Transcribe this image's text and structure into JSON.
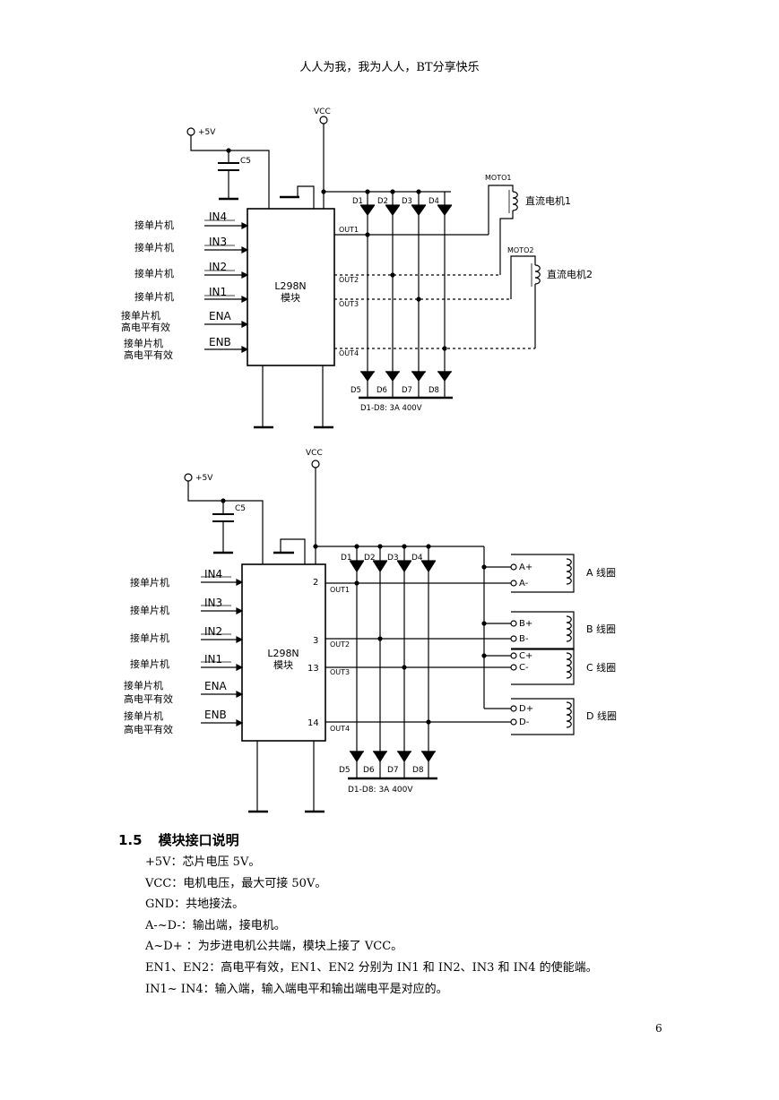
{
  "header": "人人为我，我为人人，BT分享快乐",
  "diagram1": {
    "power": "+5V",
    "vcc": "VCC",
    "cap": "C5",
    "chip_line1": "L298N",
    "chip_line2": "模块",
    "input_pins": [
      "IN4",
      "IN3",
      "IN2",
      "IN1",
      "ENA",
      "ENB"
    ],
    "source_labels": [
      "接单片机",
      "接单片机",
      "接单片机",
      "接单片机",
      "接单片机",
      "接单片机"
    ],
    "active_high": "高电平有效",
    "outputs": [
      "OUT1",
      "OUT2",
      "OUT3",
      "OUT4"
    ],
    "diodes_top": [
      "D1",
      "D2",
      "D3",
      "D4"
    ],
    "diodes_bottom": [
      "D5",
      "D6",
      "D7",
      "D8"
    ],
    "diode_spec": "D1-D8: 3A 400V",
    "motor1_tag": "MOTO1",
    "motor1_name": "直流电机1",
    "motor2_tag": "MOTO2",
    "motor2_name": "直流电机2"
  },
  "diagram2": {
    "power": "+5V",
    "vcc": "VCC",
    "cap": "C5",
    "chip_line1": "L298N",
    "chip_line2": "模块",
    "input_pins": [
      "IN4",
      "IN3",
      "IN2",
      "IN1",
      "ENA",
      "ENB"
    ],
    "source_labels": [
      "接单片机",
      "接单片机",
      "接单片机",
      "接单片机",
      "接单片机",
      "接单片机"
    ],
    "active_high": "高电平有效",
    "pin_numbers": [
      "2",
      "3",
      "13",
      "14"
    ],
    "outputs": [
      "OUT1",
      "OUT2",
      "OUT3",
      "OUT4"
    ],
    "diodes_top": [
      "D1",
      "D2",
      "D3",
      "D4"
    ],
    "diodes_bottom": [
      "D5",
      "D6",
      "D7",
      "D8"
    ],
    "diode_spec": "D1-D8: 3A 400V",
    "terminals": [
      "A+",
      "A-",
      "B+",
      "B-",
      "C+",
      "C-",
      "D+",
      "D-"
    ],
    "coils": [
      "A 线圈",
      "B 线圈",
      "C 线圈",
      "D 线圈"
    ]
  },
  "section": {
    "number": "1.5",
    "title": "模块接口说明",
    "lines": [
      "+5V：芯片电压 5V。",
      "VCC：电机电压，最大可接 50V。",
      "GND：共地接法。",
      "A-~D-：输出端，接电机。",
      "A~D+ ：为步进电机公共端，模块上接了 VCC。",
      "EN1、EN2：高电平有效，EN1、EN2 分别为 IN1 和 IN2、IN3 和 IN4 的使能端。",
      "IN1~ IN4：输入端，输入端电平和输出端电平是对应的。"
    ]
  },
  "page_number": "6"
}
